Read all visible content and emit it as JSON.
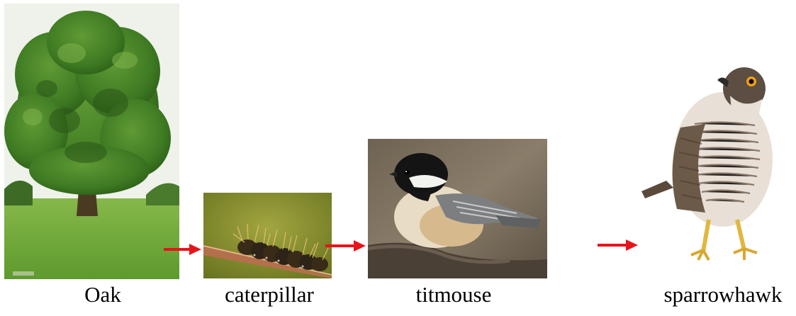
{
  "food_chain": {
    "organisms": [
      {
        "label": "Oak",
        "icon": "oak-tree-photo"
      },
      {
        "label": "caterpillar",
        "icon": "caterpillar-photo"
      },
      {
        "label": "titmouse",
        "icon": "titmouse-photo"
      },
      {
        "label": "sparrowhawk",
        "icon": "sparrowhawk-photo"
      }
    ],
    "arrow_color": "#e8141b",
    "arrow_icon": "right-arrow-icon"
  }
}
